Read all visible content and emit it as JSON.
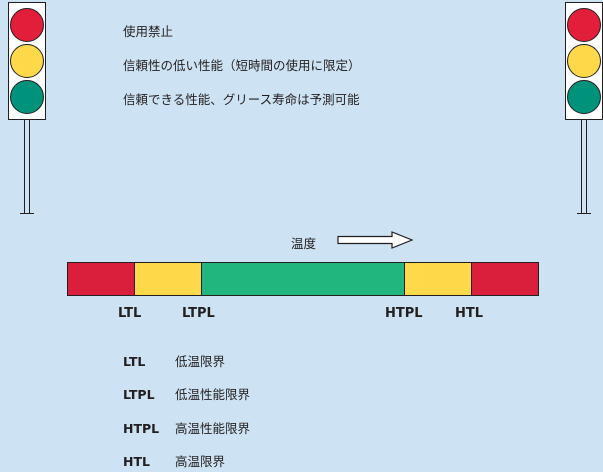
{
  "status_legend": [
    {
      "color_name": "red",
      "color": "#e31e3b",
      "text": "使用禁止"
    },
    {
      "color_name": "yellow",
      "color": "#ffd94a",
      "text": "信頼性の低い性能（短時間の使用に限定）"
    },
    {
      "color_name": "green",
      "color": "#00927a",
      "text": "信頼できる性能、グリース寿命は予測可能"
    }
  ],
  "temperature_label": "温度",
  "bar": {
    "colors": {
      "red": "#da1f3d",
      "yellow": "#ffd94a",
      "green": "#21b67e"
    }
  },
  "thresholds": [
    {
      "abbr": "LTL",
      "desc": "低温限界"
    },
    {
      "abbr": "LTPL",
      "desc": "低温性能限界"
    },
    {
      "abbr": "HTPL",
      "desc": "高温性能限界"
    },
    {
      "abbr": "HTL",
      "desc": "高温限界"
    }
  ]
}
